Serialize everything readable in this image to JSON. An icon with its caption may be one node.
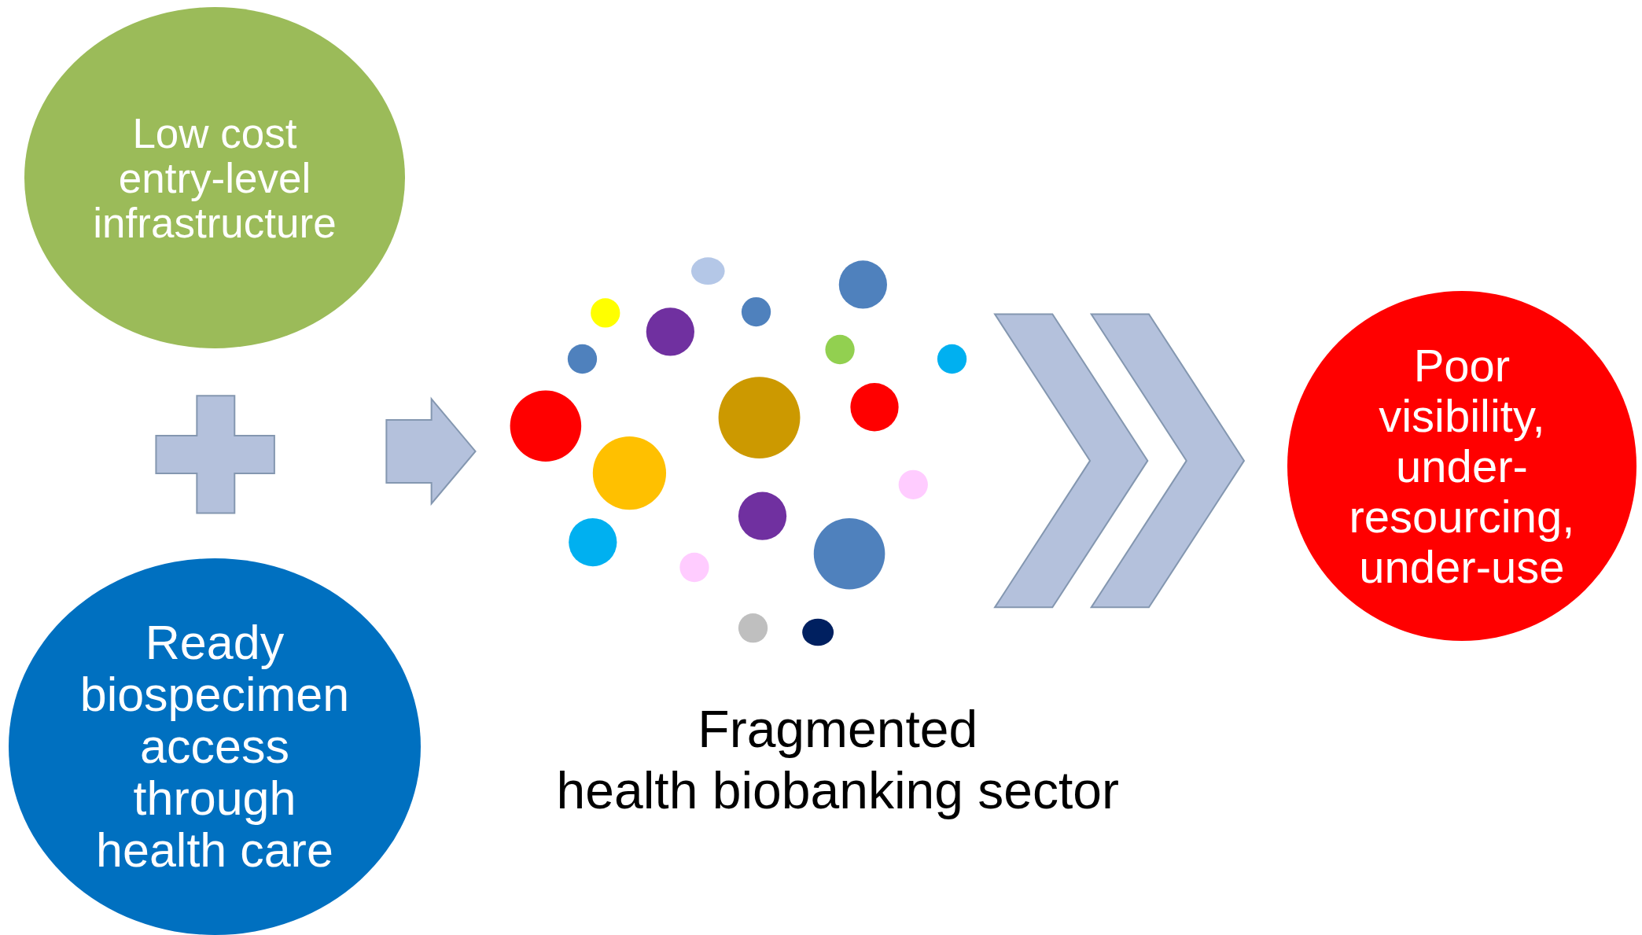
{
  "diagram": {
    "nodes": [
      {
        "text": [
          "Low cost entry-level infrastructure"
        ]
      },
      {
        "text": [
          "Ready biospecimen access through health care"
        ]
      },
      {
        "text": [
          "Fragmented",
          "health biobanking sector"
        ]
      },
      {
        "text": [
          "Poor visibility, under-resourcing, under-use"
        ]
      }
    ],
    "edges": [
      {
        "from": null,
        "to": 2,
        "arrow": "to"
      },
      {
        "from": 2,
        "to": 3,
        "arrow": "to"
      }
    ]
  }
}
